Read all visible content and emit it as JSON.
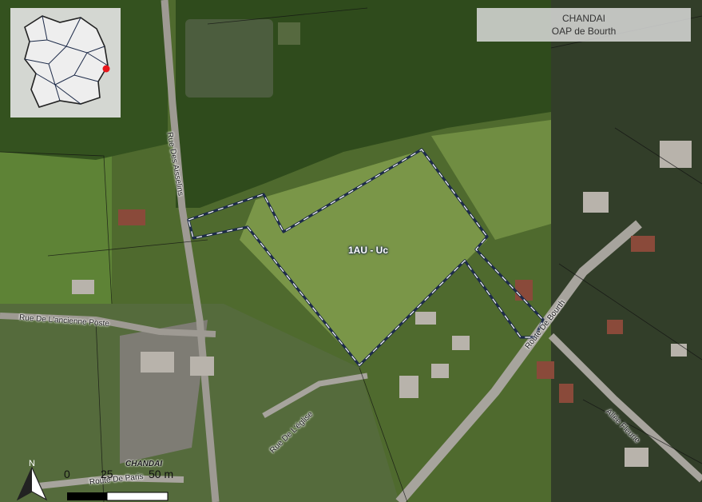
{
  "title": {
    "commune": "CHANDAI",
    "subtitle": "OAP de Bourth"
  },
  "zone": {
    "label": "1AU - Uc",
    "boundary_color": "#1d2b49"
  },
  "roads": {
    "rue_des_noisetiers": "Rue Des Aisselins",
    "rue_ancienne_poste": "Rue De L'ancienne Poste",
    "route_de_bourth": "Route De Bourth",
    "rue_eglise": "Rue De L'église",
    "allee_fleurie": "Allée Fleurie",
    "route_de_paris": "Route De Paris"
  },
  "town_label": "CHANDAI",
  "scale": {
    "zero": "0",
    "mid": "25",
    "end": "50 m"
  },
  "north_label": "N",
  "inset": {
    "marker_color": "#e8161b"
  },
  "colors": {
    "grass": "#6f8a3f",
    "forest": "#2f4b1c",
    "road": "#9e9a93",
    "roof": "#8a4a3a"
  }
}
